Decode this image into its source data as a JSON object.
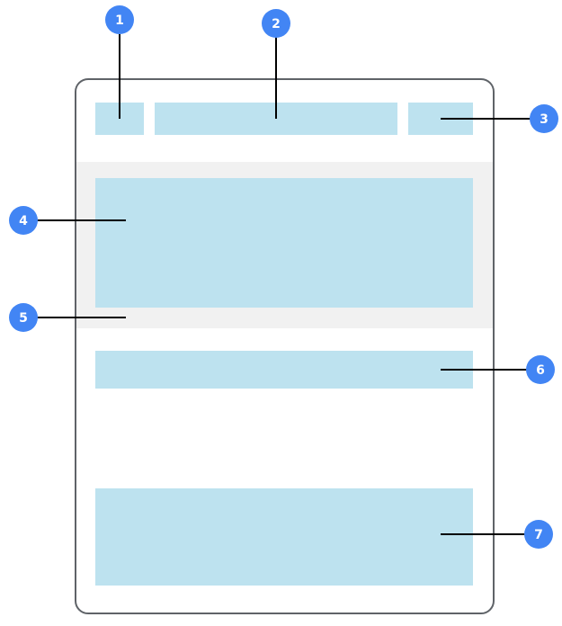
{
  "colors": {
    "frame_stroke": "#5f6368",
    "block_fill": "#bde2ef",
    "band_fill": "#f1f1f1",
    "badge_fill": "#4285f4",
    "badge_text": "#ffffff",
    "leader_line": "#000000"
  },
  "callouts": [
    {
      "label": "1"
    },
    {
      "label": "2"
    },
    {
      "label": "3"
    },
    {
      "label": "4"
    },
    {
      "label": "5"
    },
    {
      "label": "6"
    },
    {
      "label": "7"
    }
  ]
}
